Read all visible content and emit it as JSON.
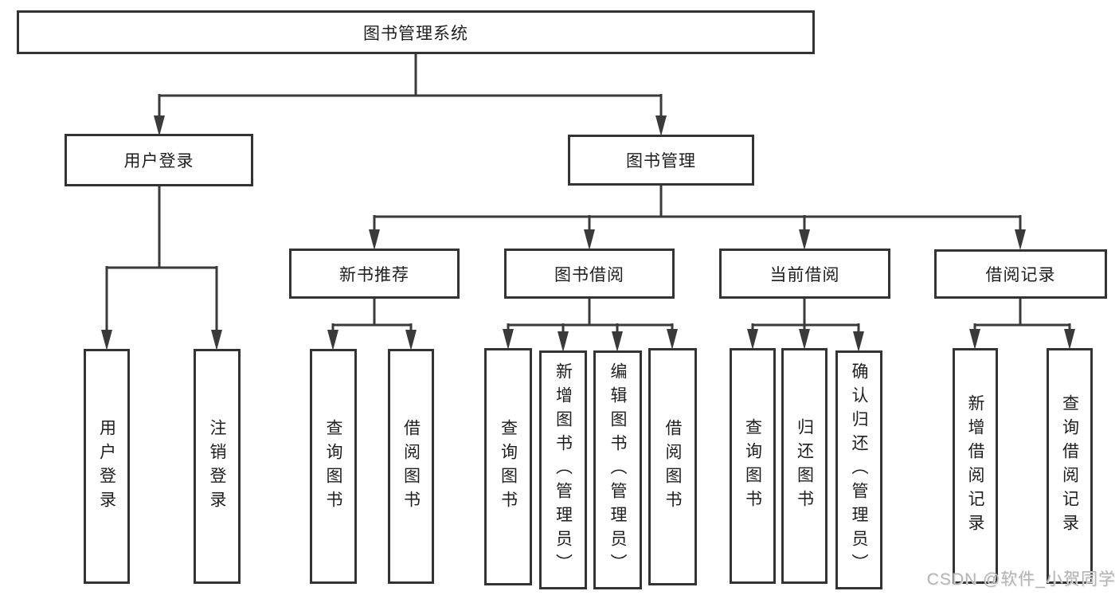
{
  "diagram_title": "图书管理系统",
  "nodes": {
    "root": {
      "label": "图书管理系统"
    },
    "user_login_branch": {
      "label": "用户登录"
    },
    "book_management": {
      "label": "图书管理"
    },
    "user_login": {
      "label": "用户登录"
    },
    "logout": {
      "label": "注销登录"
    },
    "new_book_recommend": {
      "label": "新书推荐"
    },
    "book_borrowing": {
      "label": "图书借阅"
    },
    "current_borrowing": {
      "label": "当前借阅"
    },
    "borrowing_records": {
      "label": "借阅记录"
    },
    "nbr_query_books": {
      "label": "查询图书"
    },
    "nbr_borrow_books": {
      "label": "借阅图书"
    },
    "bb_query_books": {
      "label": "查询图书"
    },
    "bb_add_books_admin": {
      "label": "新增图书（管理员）"
    },
    "bb_edit_books_admin": {
      "label": "编辑图书（管理员）"
    },
    "bb_borrow_books": {
      "label": "借阅图书"
    },
    "cb_query_books": {
      "label": "查询图书"
    },
    "cb_return_books": {
      "label": "归还图书"
    },
    "cb_confirm_return_admin": {
      "label": "确认归还（管理员）"
    },
    "br_add_record": {
      "label": "新增借阅记录"
    },
    "br_query_record": {
      "label": "查询借阅记录"
    }
  },
  "watermark": {
    "text": "CSDN @软件_小贺同学"
  },
  "colors": {
    "background": "#ffffff",
    "box_border": "#333333",
    "connector_line": "#3a3a3a",
    "text": "#1e1e1e",
    "watermark_text": "#b5b5b5"
  }
}
